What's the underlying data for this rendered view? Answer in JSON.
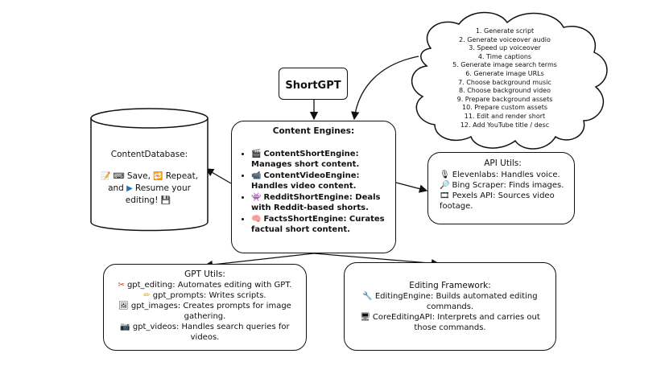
{
  "shortgpt": {
    "label": "ShortGPT"
  },
  "content_engines": {
    "title": "Content Engines:",
    "items": [
      {
        "icon": "clapperboard-icon",
        "text": "ContentShortEngine: Manages short content."
      },
      {
        "icon": "video-camera-icon",
        "text": "ContentVideoEngine: Handles video content."
      },
      {
        "icon": "reddit-alien-icon",
        "text": "RedditShortEngine: Deals with Reddit-based shorts."
      },
      {
        "icon": "brain-icon",
        "text": "FactsShortEngine: Curates factual short content."
      }
    ]
  },
  "content_database": {
    "title": "ContentDatabase:",
    "line1_a": "Save,",
    "line1_b": "Repeat,",
    "line2_a": "and",
    "line2_b": "Resume your",
    "line3": "editing!"
  },
  "api_utils": {
    "title": "API Utils:",
    "items": [
      {
        "icon": "microphone-icon",
        "text": "Elevenlabs: Handles voice."
      },
      {
        "icon": "magnifier-icon",
        "text": "Bing Scraper: Finds images."
      },
      {
        "icon": "film-icon",
        "text": "Pexels API: Sources video footage."
      }
    ]
  },
  "gpt_utils": {
    "title": "GPT Utils:",
    "items": [
      {
        "icon": "scissors-icon",
        "text": "gpt_editing: Automates editing with GPT."
      },
      {
        "icon": "pencil-icon",
        "text": "gpt_prompts: Writes scripts."
      },
      {
        "icon": "picture-icon",
        "text": "gpt_images: Creates prompts for image gathering."
      },
      {
        "icon": "camera-icon",
        "text": "gpt_videos: Handles search queries for videos."
      }
    ]
  },
  "editing_framework": {
    "title": "Editing Framework:",
    "items": [
      {
        "icon": "wrench-icon",
        "text": "EditingEngine: Builds automated editing commands."
      },
      {
        "icon": "monitor-icon",
        "text": "CoreEditingAPI: Interprets and carries out those commands."
      }
    ]
  },
  "steps": [
    "1. Generate script",
    "2. Generate voiceover audio",
    "3. Speed up voiceover",
    "4. Time captions",
    "5. Generate image search terms",
    "6. Generate image URLs",
    "7. Choose background music",
    "8. Choose background video",
    "9. Prepare background assets",
    "10. Prepare custom assets",
    "11. Edit and render short",
    "12. Add YouTube title / desc"
  ]
}
